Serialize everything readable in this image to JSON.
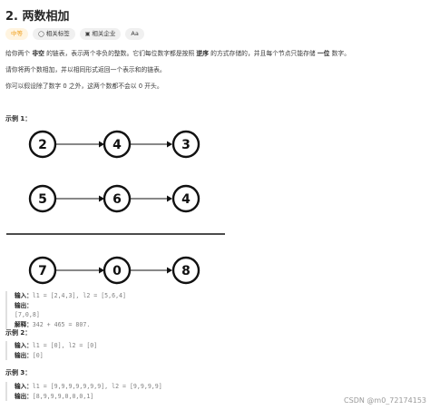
{
  "problem": {
    "title": "2. 两数相加"
  },
  "tags": [
    {
      "label": "中等",
      "icon": ""
    },
    {
      "label": "相关标签",
      "icon": "tag-icon"
    },
    {
      "label": "相关企业",
      "icon": "lock-icon"
    },
    {
      "label": "Aa",
      "icon": ""
    }
  ],
  "description": {
    "p1_a": "给你两个 ",
    "p1_b": "非空",
    "p1_c": " 的链表，表示两个非负的整数。它们每位数字都是按照 ",
    "p1_d": "逆序",
    "p1_e": " 的方式存储的，并且每个节点只能存储 ",
    "p1_f": "一位",
    "p1_g": " 数字。",
    "p2": "请你将两个数相加，并以相同形式返回一个表示和的链表。",
    "p3": "你可以假设除了数字 0 之外，这两个数都不会以 0 开头。"
  },
  "example1": {
    "title": "示例 1：",
    "list1": [
      "2",
      "4",
      "3"
    ],
    "list2": [
      "5",
      "6",
      "4"
    ],
    "result": [
      "7",
      "0",
      "8"
    ],
    "input_label": "输入：",
    "input": "l1 = [2,4,3], l2 = [5,6,4]",
    "output_label": "输出：",
    "output": "[7,0,8]",
    "explain_label": "解释：",
    "explain": "342 + 465 = 807."
  },
  "example2": {
    "title": "示例 2：",
    "input_label": "输入：",
    "input": "l1 = [0], l2 = [0]",
    "output_label": "输出：",
    "output": "[0]"
  },
  "example3": {
    "title": "示例 3：",
    "input_label": "输入：",
    "input": "l1 = [9,9,9,9,9,9,9], l2 = [9,9,9,9]",
    "output_label": "输出：",
    "output": "[8,9,9,9,0,0,0,1]"
  },
  "watermark": "CSDN @m0_72174153",
  "colors": {
    "difficulty": "#f0a020",
    "text": "#262626",
    "muted": "#808080"
  }
}
